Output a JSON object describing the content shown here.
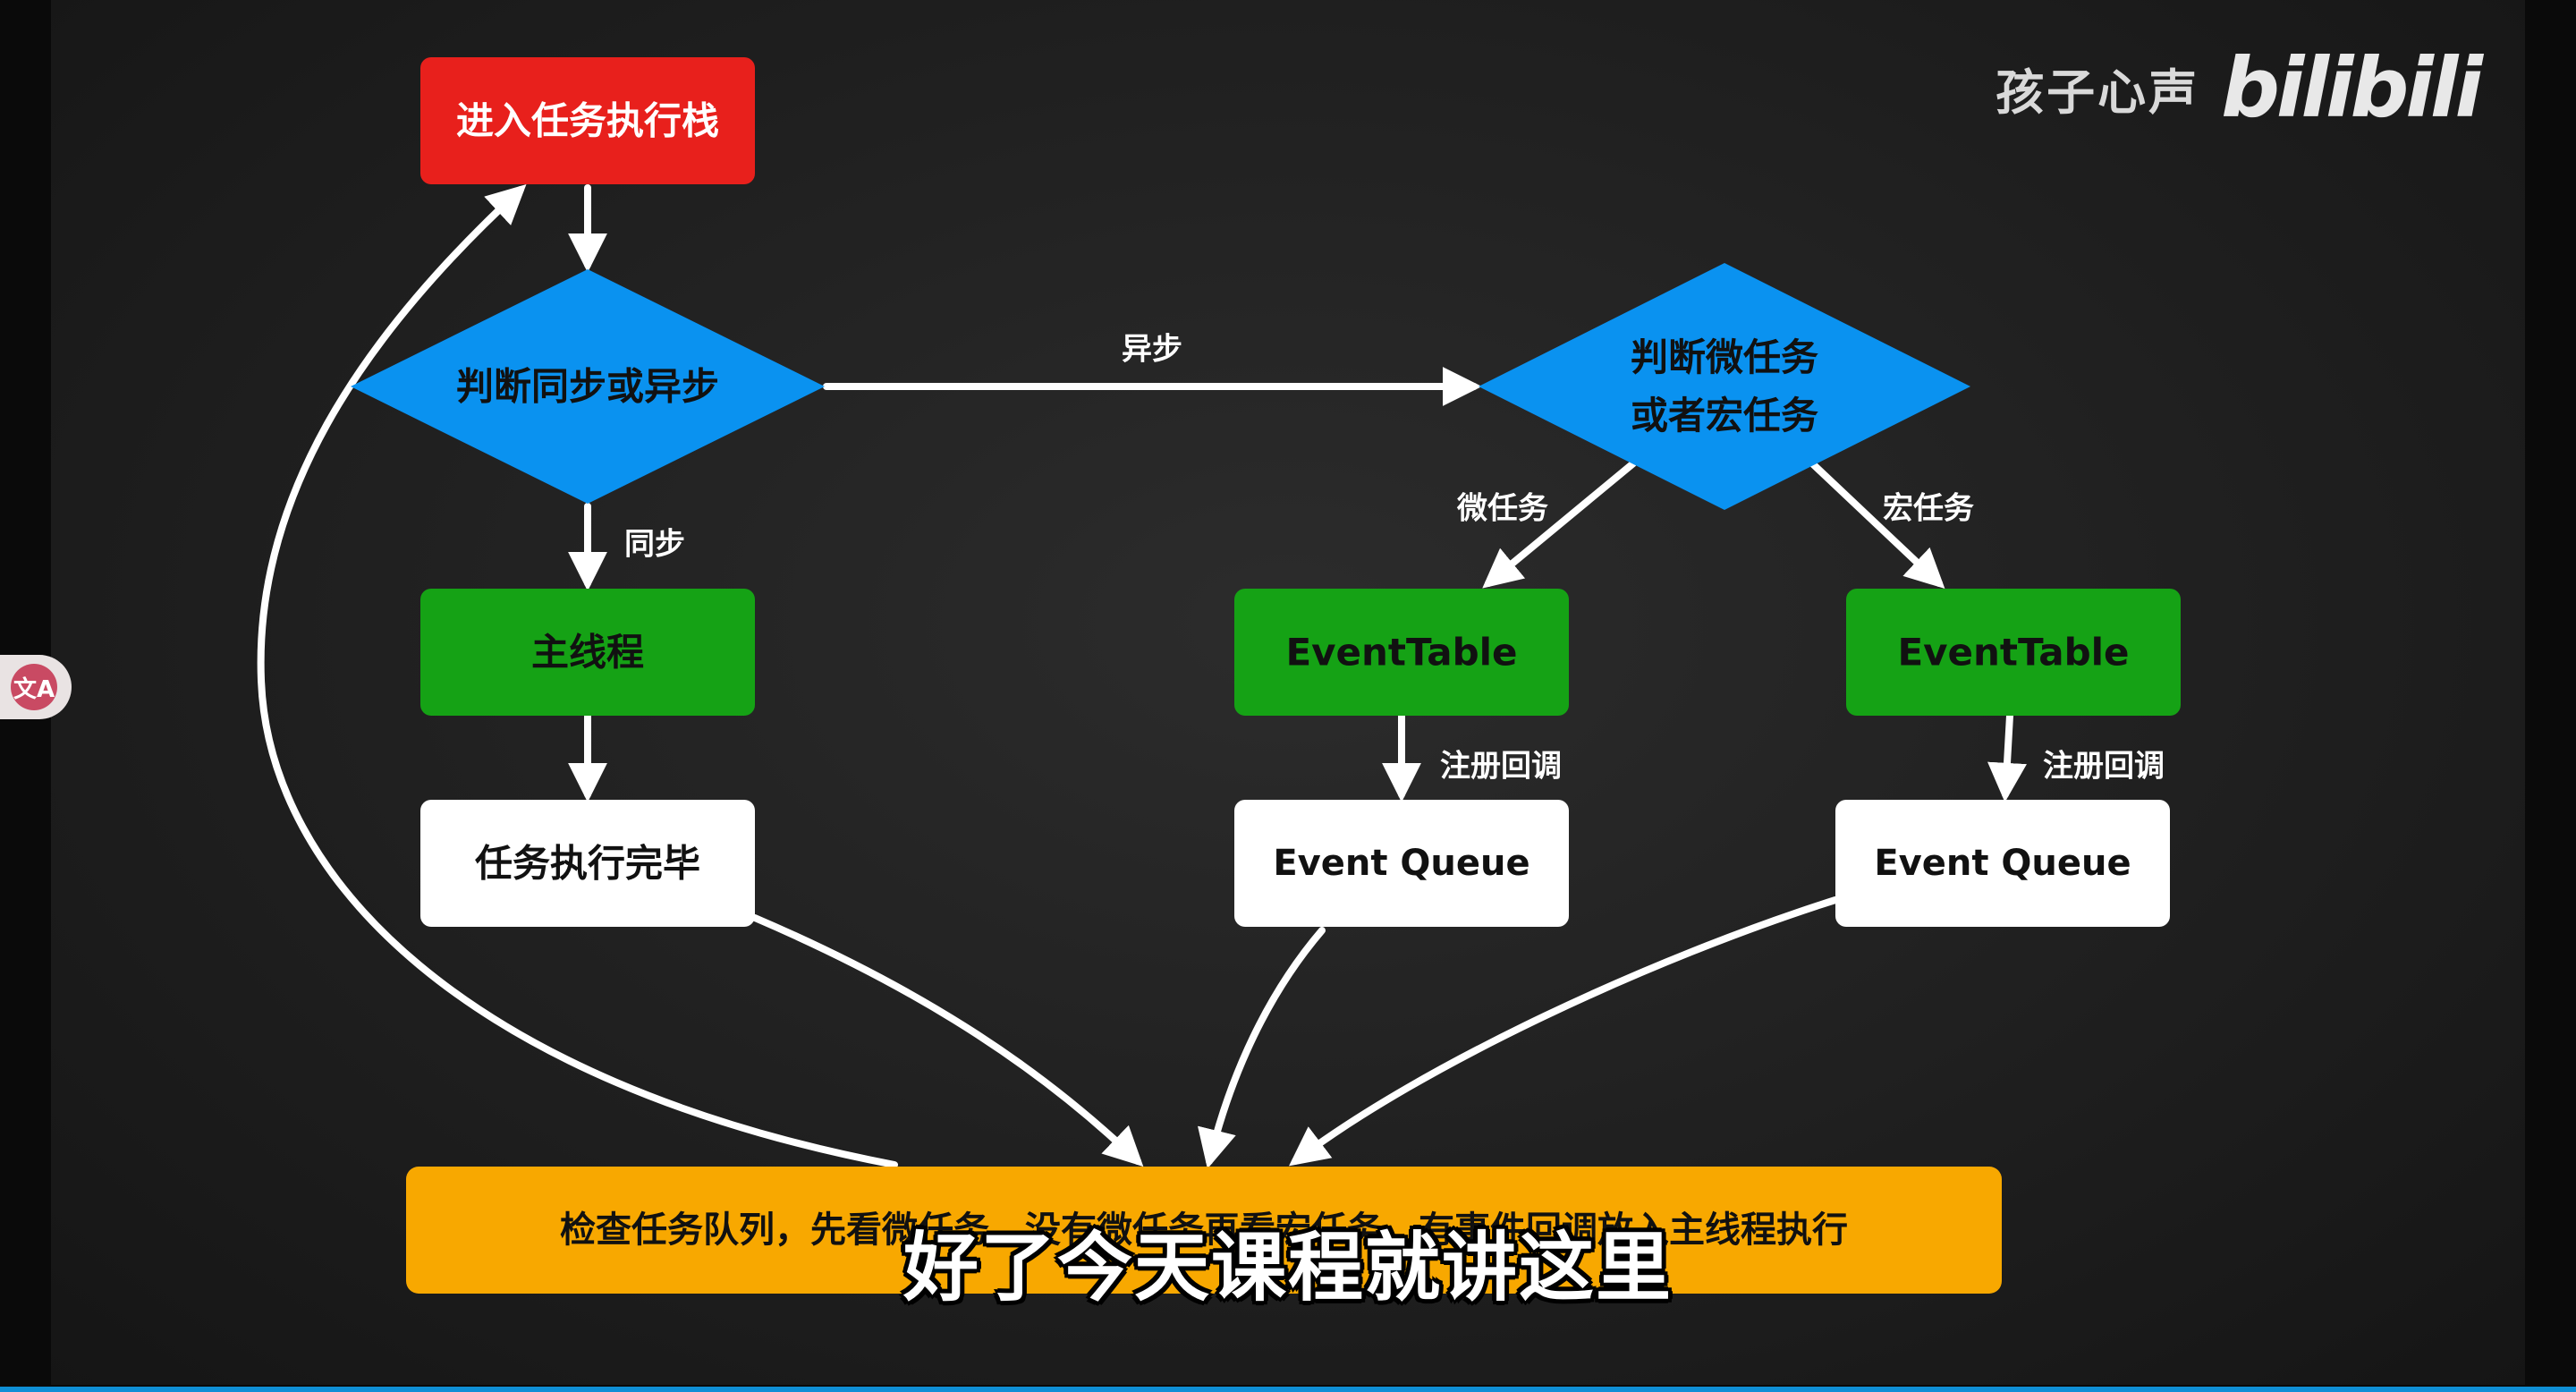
{
  "diagram": {
    "nodes": [
      {
        "id": "enter-stack",
        "label": "进入任务执行栈",
        "color": "#e8201c",
        "text_color": "#ffffff"
      },
      {
        "id": "judge-sync",
        "label": "判断同步或异步",
        "color": "#0a92f0",
        "text_color": "#111111"
      },
      {
        "id": "main-thread",
        "label": "主线程",
        "color": "#15a215",
        "text_color": "#111111"
      },
      {
        "id": "task-done",
        "label": "任务执行完毕",
        "color": "#ffffff",
        "text_color": "#111111"
      },
      {
        "id": "judge-micro-macro",
        "label": "判断微任务\n或者宏任务",
        "color": "#0a92f0",
        "text_color": "#111111"
      },
      {
        "id": "event-table-micro",
        "label": "EventTable",
        "color": "#15a215",
        "text_color": "#111111"
      },
      {
        "id": "event-table-macro",
        "label": "EventTable",
        "color": "#15a215",
        "text_color": "#111111"
      },
      {
        "id": "event-queue-micro",
        "label": "Event Queue",
        "color": "#ffffff",
        "text_color": "#111111"
      },
      {
        "id": "event-queue-macro",
        "label": "Event Queue",
        "color": "#ffffff",
        "text_color": "#111111"
      },
      {
        "id": "check-queue",
        "label": "检查任务队列，先看微任务，没有微任务再看宏任务，有事件回调放入主线程执行",
        "color": "#f8a800",
        "text_color": "#111111"
      }
    ],
    "edges": [
      {
        "from": "enter-stack",
        "to": "judge-sync",
        "label": ""
      },
      {
        "from": "judge-sync",
        "to": "main-thread",
        "label": "同步"
      },
      {
        "from": "judge-sync",
        "to": "judge-micro-macro",
        "label": "异步"
      },
      {
        "from": "main-thread",
        "to": "task-done",
        "label": ""
      },
      {
        "from": "judge-micro-macro",
        "to": "event-table-micro",
        "label": "微任务"
      },
      {
        "from": "judge-micro-macro",
        "to": "event-table-macro",
        "label": "宏任务"
      },
      {
        "from": "event-table-micro",
        "to": "event-queue-micro",
        "label": "注册回调"
      },
      {
        "from": "event-table-macro",
        "to": "event-queue-macro",
        "label": "注册回调"
      },
      {
        "from": "task-done",
        "to": "check-queue",
        "label": ""
      },
      {
        "from": "event-queue-micro",
        "to": "check-queue",
        "label": ""
      },
      {
        "from": "event-queue-macro",
        "to": "check-queue",
        "label": ""
      },
      {
        "from": "check-queue",
        "to": "enter-stack",
        "label": ""
      }
    ]
  },
  "watermark": {
    "channel": "孩子心声",
    "logo": "bilibili"
  },
  "subtitle": "好了今天课程就讲这里",
  "side_widget": {
    "icon": "translate-icon",
    "glyph": "文A"
  },
  "colors": {
    "edge": "#ffffff",
    "edge_label": "#ffffff",
    "accent_line": "#0f8fd6"
  }
}
